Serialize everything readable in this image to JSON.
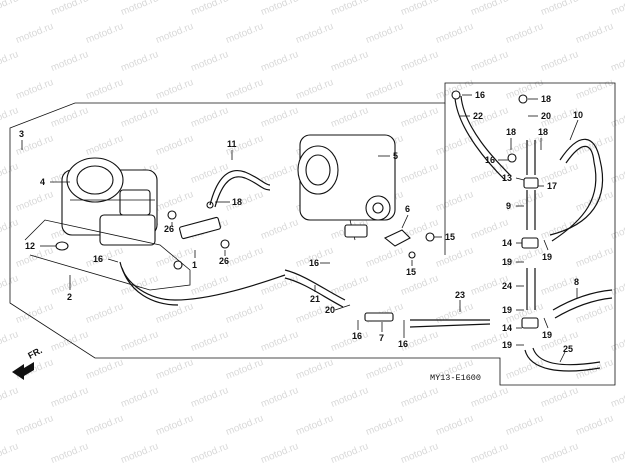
{
  "diagram": {
    "code": "MY13-E1600",
    "front_label": "FR.",
    "watermark": "motod.ru",
    "callouts": [
      "1",
      "2",
      "3",
      "4",
      "5",
      "6",
      "7",
      "8",
      "9",
      "10",
      "11",
      "12",
      "13",
      "14",
      "15",
      "16",
      "17",
      "18",
      "19",
      "20",
      "21",
      "22",
      "23",
      "24",
      "25",
      "26"
    ]
  }
}
